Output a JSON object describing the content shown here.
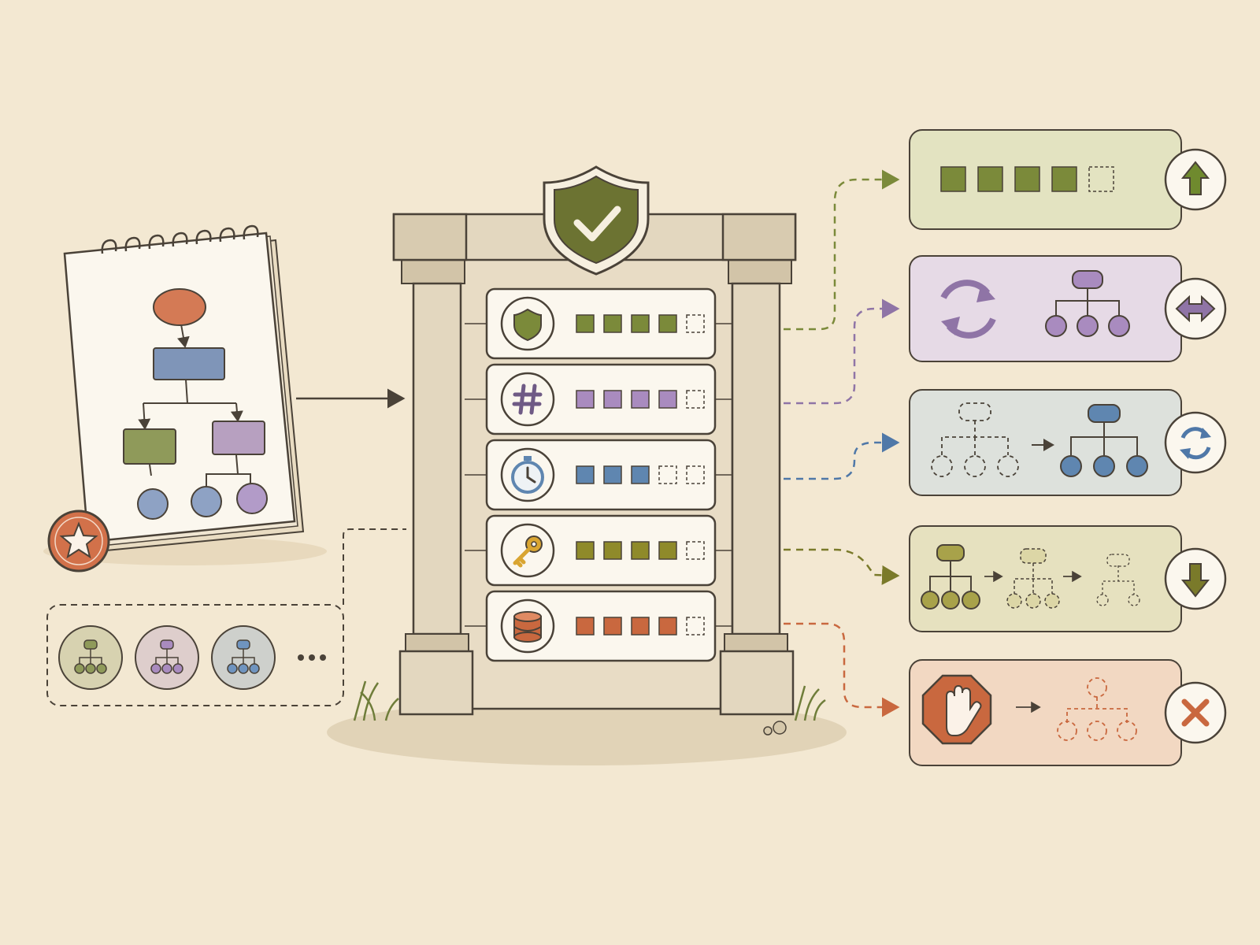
{
  "colors": {
    "background": "#f3e8d2",
    "ink": "#4a4238",
    "stone": "#e3d7bf",
    "stone_dark": "#d2c4a8",
    "paper": "#fbf7ee",
    "olive": "#7b8a3a",
    "purple": "#9d83b3",
    "blue": "#5f86b0",
    "orange": "#c9683f",
    "gold": "#d9a531"
  },
  "source_notebook": {
    "badge_icon": "star-icon",
    "flow_node_colors": [
      "#d47a55",
      "#7f95b8",
      "#8f9a5a",
      "#b7a0c0",
      "#8ea2c4",
      "#8ea2c4",
      "#b29bc8"
    ]
  },
  "template_collection": {
    "items": [
      {
        "icon": "hierarchy-icon",
        "color": "#8f9a5a"
      },
      {
        "icon": "hierarchy-icon",
        "color": "#a98bbf"
      },
      {
        "icon": "hierarchy-icon",
        "color": "#6f94bf"
      }
    ],
    "more_indicator": "ellipsis-icon"
  },
  "gate": {
    "crest_icon": "shield-check-icon",
    "checks": [
      {
        "icon": "shield-icon",
        "color": "#7b8a3a",
        "filled": 4,
        "total": 5
      },
      {
        "icon": "hash-icon",
        "color": "#a98bbf",
        "filled": 4,
        "total": 5
      },
      {
        "icon": "stopwatch-icon",
        "color": "#5f86b0",
        "filled": 3,
        "total": 5
      },
      {
        "icon": "key-icon",
        "color": "#8f8a2a",
        "filled": 4,
        "total": 5
      },
      {
        "icon": "database-icon",
        "color": "#c9683f",
        "filled": 4,
        "total": 5
      }
    ]
  },
  "outcomes": [
    {
      "name": "upgrade",
      "color": "#7b8a3a",
      "bg": "#e3e3c1",
      "filled": 4,
      "total": 5,
      "action_icon": "arrow-up-icon"
    },
    {
      "name": "sync",
      "color": "#8f74a6",
      "bg": "#e6dae6",
      "icons": [
        "refresh-icon",
        "hierarchy-icon"
      ],
      "action_icon": "double-arrow-icon"
    },
    {
      "name": "migrate",
      "color": "#4f78a8",
      "bg": "#dde1dc",
      "icons": [
        "hierarchy-dashed-icon",
        "hierarchy-icon"
      ],
      "action_icon": "refresh-icon"
    },
    {
      "name": "downgrade",
      "color": "#7a7a2a",
      "bg": "#e6e1bf",
      "icons": [
        "hierarchy-icon",
        "hierarchy-fading-icon",
        "hierarchy-faint-icon"
      ],
      "action_icon": "arrow-down-icon"
    },
    {
      "name": "block",
      "color": "#c9683f",
      "bg": "#f2d8c2",
      "icons": [
        "stop-hand-icon",
        "hierarchy-dashed-icon"
      ],
      "action_icon": "cross-icon"
    }
  ]
}
